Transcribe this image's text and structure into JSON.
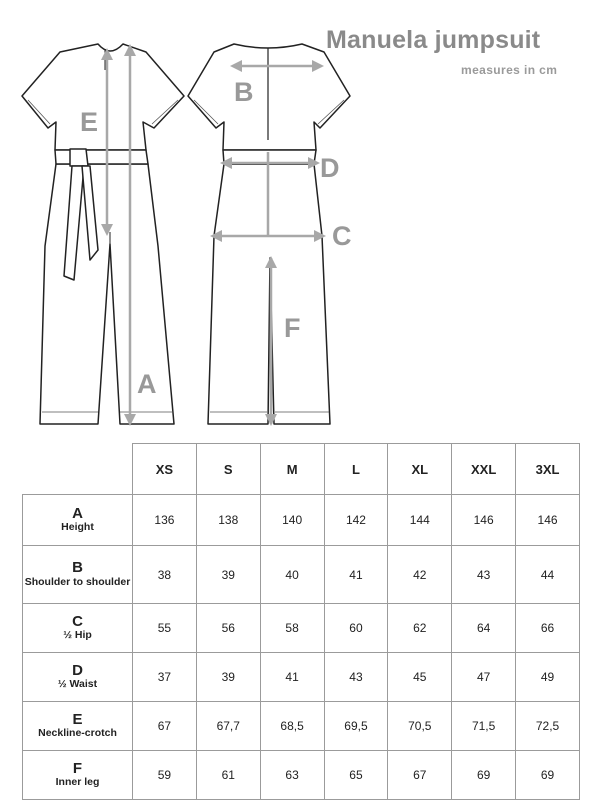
{
  "header": {
    "title": "Manuela jumpsuit",
    "subtitle": "measures in cm"
  },
  "diagram": {
    "front_labels": [
      "E",
      "A"
    ],
    "back_labels": [
      "B",
      "D",
      "C",
      "F"
    ]
  },
  "table": {
    "sizes": [
      "XS",
      "S",
      "M",
      "L",
      "XL",
      "XXL",
      "3XL"
    ],
    "rows": [
      {
        "letter": "A",
        "name": "Height",
        "values": [
          "136",
          "138",
          "140",
          "142",
          "144",
          "146",
          "146"
        ]
      },
      {
        "letter": "B",
        "name": "Shoulder to shoulder",
        "values": [
          "38",
          "39",
          "40",
          "41",
          "42",
          "43",
          "44"
        ]
      },
      {
        "letter": "C",
        "name": "½ Hip",
        "values": [
          "55",
          "56",
          "58",
          "60",
          "62",
          "64",
          "66"
        ]
      },
      {
        "letter": "D",
        "name": "½ Waist",
        "values": [
          "37",
          "39",
          "41",
          "43",
          "45",
          "47",
          "49"
        ]
      },
      {
        "letter": "E",
        "name": "Neckline-crotch",
        "values": [
          "67",
          "67,7",
          "68,5",
          "69,5",
          "70,5",
          "71,5",
          "72,5"
        ]
      },
      {
        "letter": "F",
        "name": "Inner leg",
        "values": [
          "59",
          "61",
          "63",
          "65",
          "67",
          "69",
          "69"
        ]
      }
    ]
  },
  "colors": {
    "line": "#222222",
    "measure": "#a8a8a8",
    "label": "#999999"
  }
}
